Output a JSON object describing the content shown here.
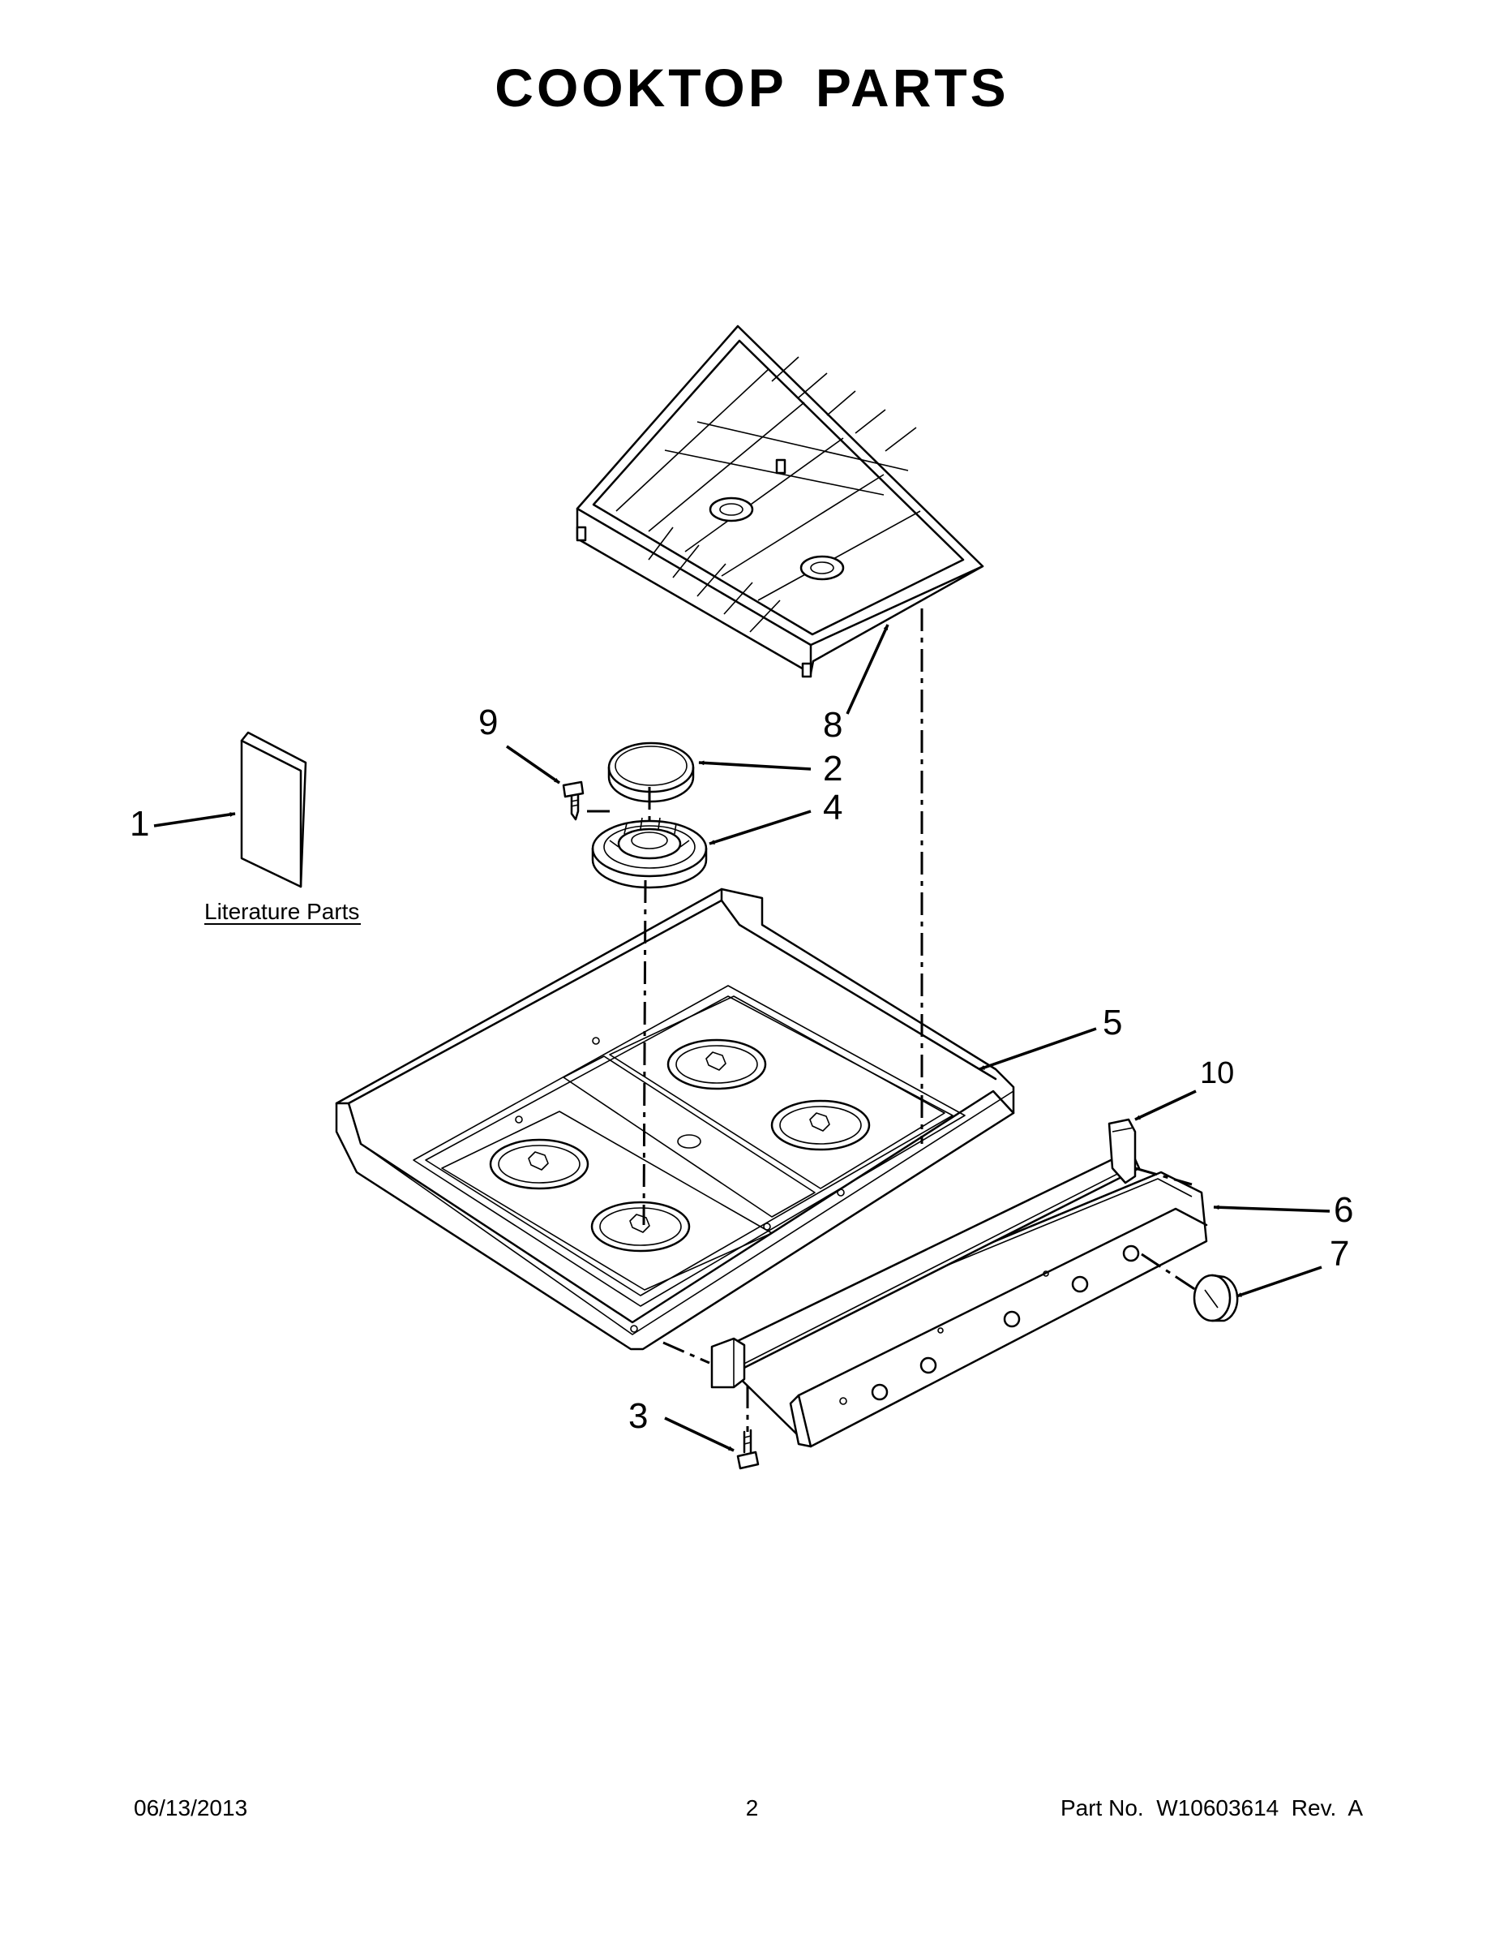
{
  "title": "COOKTOP PARTS",
  "literature_label": "Literature Parts",
  "callouts": {
    "c1": "1",
    "c2": "2",
    "c3": "3",
    "c4": "4",
    "c5": "5",
    "c6": "6",
    "c7": "7",
    "c8": "8",
    "c9": "9",
    "c10": "10"
  },
  "footer": {
    "date": "06/13/2013",
    "page": "2",
    "part": "Part No.  W10603614  Rev.  A"
  }
}
